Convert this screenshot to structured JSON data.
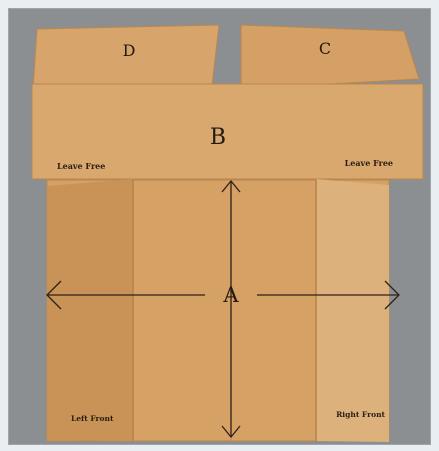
{
  "photo": {
    "flaps": {
      "d": "D",
      "c": "C"
    },
    "band": {
      "label": "B",
      "left_note": "Leave Free",
      "right_note": "Leave Free"
    },
    "panel": {
      "label": "A",
      "left_note": "Left Front",
      "right_note": "Right Front"
    },
    "colors": {
      "background": "#8b8f92",
      "paper": "#d8a56c",
      "paper_shadow": "#c48f58",
      "ink": "#231a12"
    }
  }
}
